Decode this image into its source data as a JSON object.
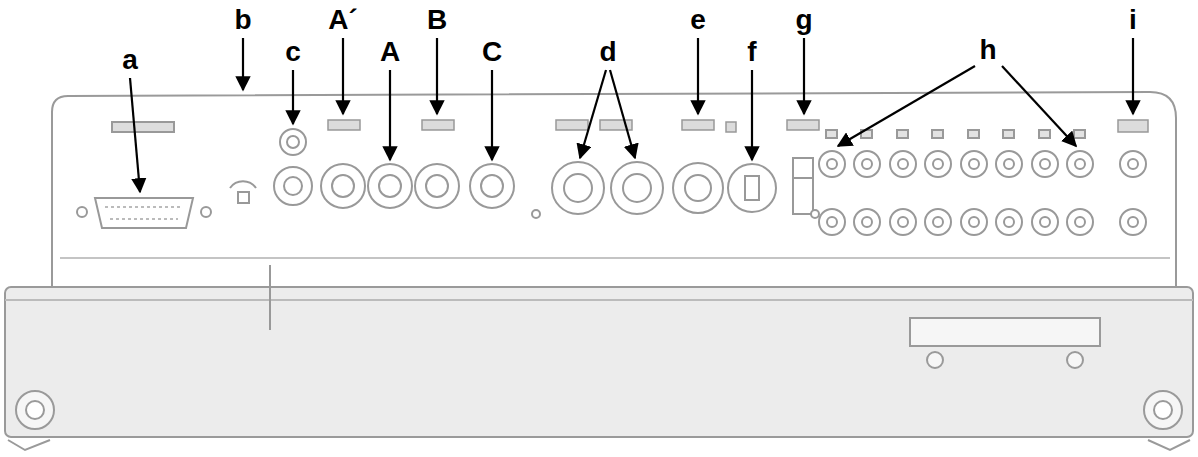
{
  "diagram": {
    "labels": [
      "a",
      "b",
      "c",
      "A´",
      "A",
      "B",
      "C",
      "d",
      "e",
      "f",
      "g",
      "h",
      "i"
    ]
  }
}
